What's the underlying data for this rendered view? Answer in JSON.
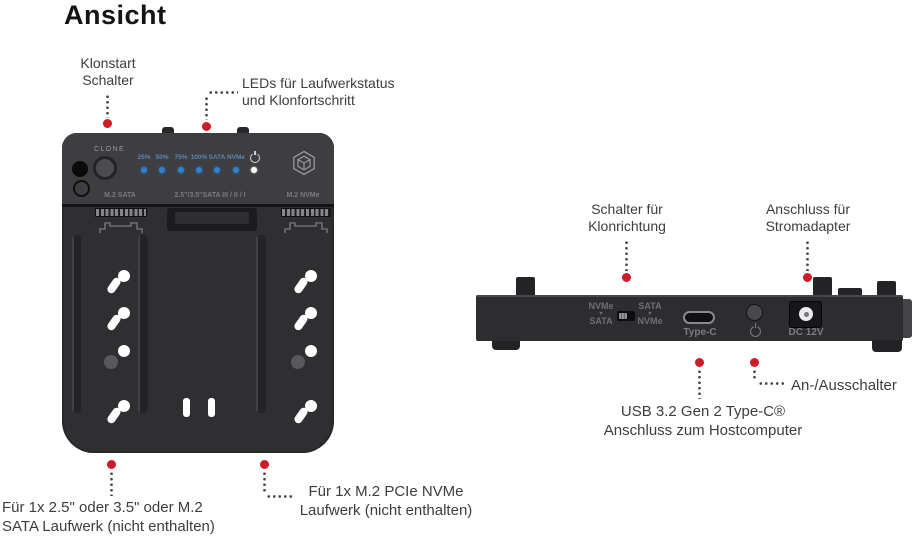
{
  "title": "Ansicht",
  "colors": {
    "accent_red": "#cd1b27",
    "led_blue": "#2f80d2",
    "led_white": "#ffffff",
    "device_body": "#2f2f31",
    "control_panel": "#3e3e40",
    "rear_body": "#2d2d2f",
    "device_label_gray": "#7b7b7e",
    "callout_text": "#3d3d3d"
  },
  "icons": {
    "power": "power-symbol",
    "brand": "cube-logo",
    "arrow_down": "▼",
    "callout_marker": "red-dot"
  },
  "callouts": {
    "klonstart": {
      "line1": "Klonstart",
      "line2": "Schalter"
    },
    "leds": {
      "line1": "LEDs für Laufwerkstatus",
      "line2": "und Klonfortschritt"
    },
    "sata_bay": {
      "line1": "Für 1x 2.5\" oder 3.5\" oder M.2",
      "line2": "SATA Laufwerk (nicht enthalten)"
    },
    "nvme_bay": {
      "line1": "Für 1x M.2 PCIe NVMe",
      "line2": "Laufwerk (nicht enthalten)"
    },
    "clone_direction": {
      "line1": "Schalter für",
      "line2": "Klonrichtung"
    },
    "power_adapter": {
      "line1": "Anschluss für",
      "line2": "Stromadapter"
    },
    "usb_host": {
      "line1": "USB 3.2 Gen 2 Type-C®",
      "line2": "Anschluss zum Hostcomputer"
    },
    "power_switch": {
      "line1": "An-/Ausschalter"
    }
  },
  "top_view": {
    "clone_label": "CLONE",
    "leds": [
      "25%",
      "50%",
      "75%",
      "100%",
      "SATA",
      "NVMe"
    ],
    "slots": {
      "left": "M.2 SATA",
      "center": "2.5\"/3.5\"SATA III / II / I",
      "right": "M.2 NVMe"
    }
  },
  "rear_view": {
    "switch_left_top": "NVMe",
    "switch_left_bottom": "SATA",
    "switch_right_top": "SATA",
    "switch_right_bottom": "NVMe",
    "arrow": "▼",
    "type_c_label": "Type-C",
    "dc_label": "DC 12V"
  }
}
